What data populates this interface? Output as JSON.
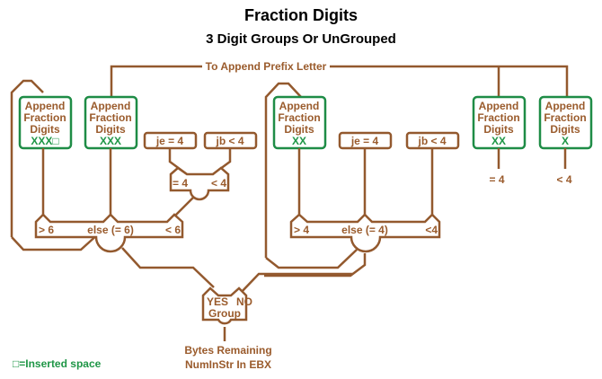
{
  "title": "Fraction Digits",
  "subtitle": "3 Digit Groups Or UnGrouped",
  "top_bus_label": "To Append Prefix Letter",
  "append_boxes": [
    {
      "line1": "Append",
      "line2": "Fraction",
      "line3": "Digits",
      "digits": "XXX□"
    },
    {
      "line1": "Append",
      "line2": "Fraction",
      "line3": "Digits",
      "digits": "XXX"
    },
    {
      "line1": "Append",
      "line2": "Fraction",
      "line3": "Digits",
      "digits": "XX"
    },
    {
      "line1": "Append",
      "line2": "Fraction",
      "line3": "Digits",
      "digits": "XX"
    },
    {
      "line1": "Append",
      "line2": "Fraction",
      "line3": "Digits",
      "digits": "X"
    }
  ],
  "conditions": {
    "left_je": "je = 4",
    "left_jb": "jb < 4",
    "right_je": "je = 4",
    "right_jb": "jb < 4"
  },
  "small_merge": {
    "left": "= 4",
    "right": "< 4"
  },
  "merge_six": {
    "left": "> 6",
    "mid": "else (= 6)",
    "right": "< 6"
  },
  "merge_four": {
    "left": "> 4",
    "mid": "else (= 4)",
    "right": "<4"
  },
  "outputs": {
    "eq4": "= 4",
    "lt4": "< 4"
  },
  "group_merge": {
    "yes": "YES",
    "no": "NO",
    "label": "Group"
  },
  "entry": {
    "line1": "Bytes Remaining",
    "line2": "NumInStr In EBX"
  },
  "legend": "□=Inserted space",
  "colors": {
    "line": "#93592e",
    "text_brown": "#9a5b2c",
    "green": "#1e9646"
  }
}
